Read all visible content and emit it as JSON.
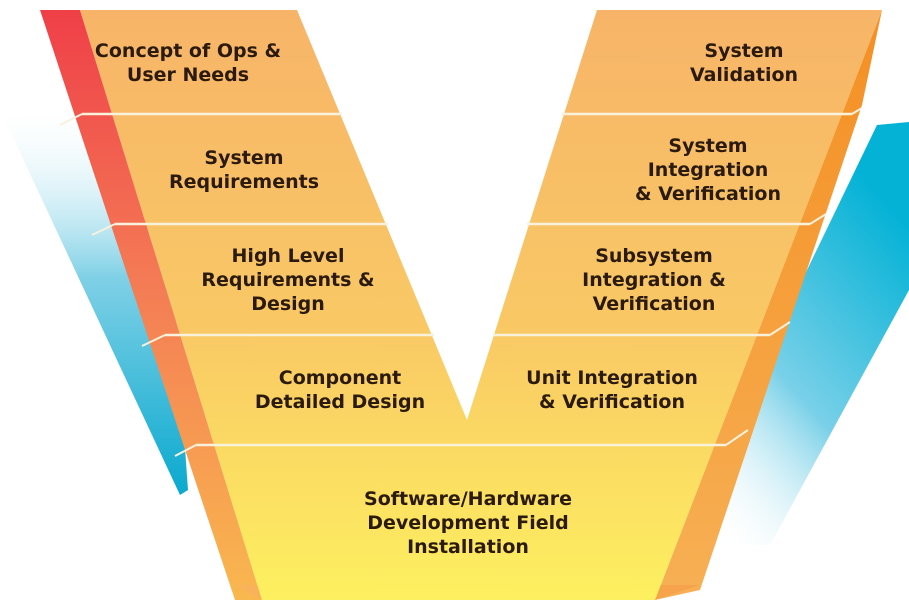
{
  "diagram": {
    "colors": {
      "face_top": "#f7b468",
      "face_bottom": "#fdf060",
      "left_side_top": "#ef3f48",
      "left_side_bottom": "#f9b84f",
      "right_side": "#f49224",
      "blue_strip": "#0fb3d4",
      "divider": "#f8f1dc",
      "text": "#2a1a10"
    },
    "stages": {
      "concept": "Concept of Ops &\nUser Needs",
      "system_requirements": "System\nRequirements",
      "high_level_design": "High Level\nRequirements &\nDesign",
      "component_design": "Component\nDetailed Design",
      "implementation": "Software/Hardware\nDevelopment Field\nInstallation",
      "unit_integration": "Unit Integration\n& Verification",
      "subsystem_integration": "Subsystem\nIntegration &\nVerification",
      "system_integration": "System Integration\n& Verification",
      "system_validation": "System Validation"
    }
  }
}
